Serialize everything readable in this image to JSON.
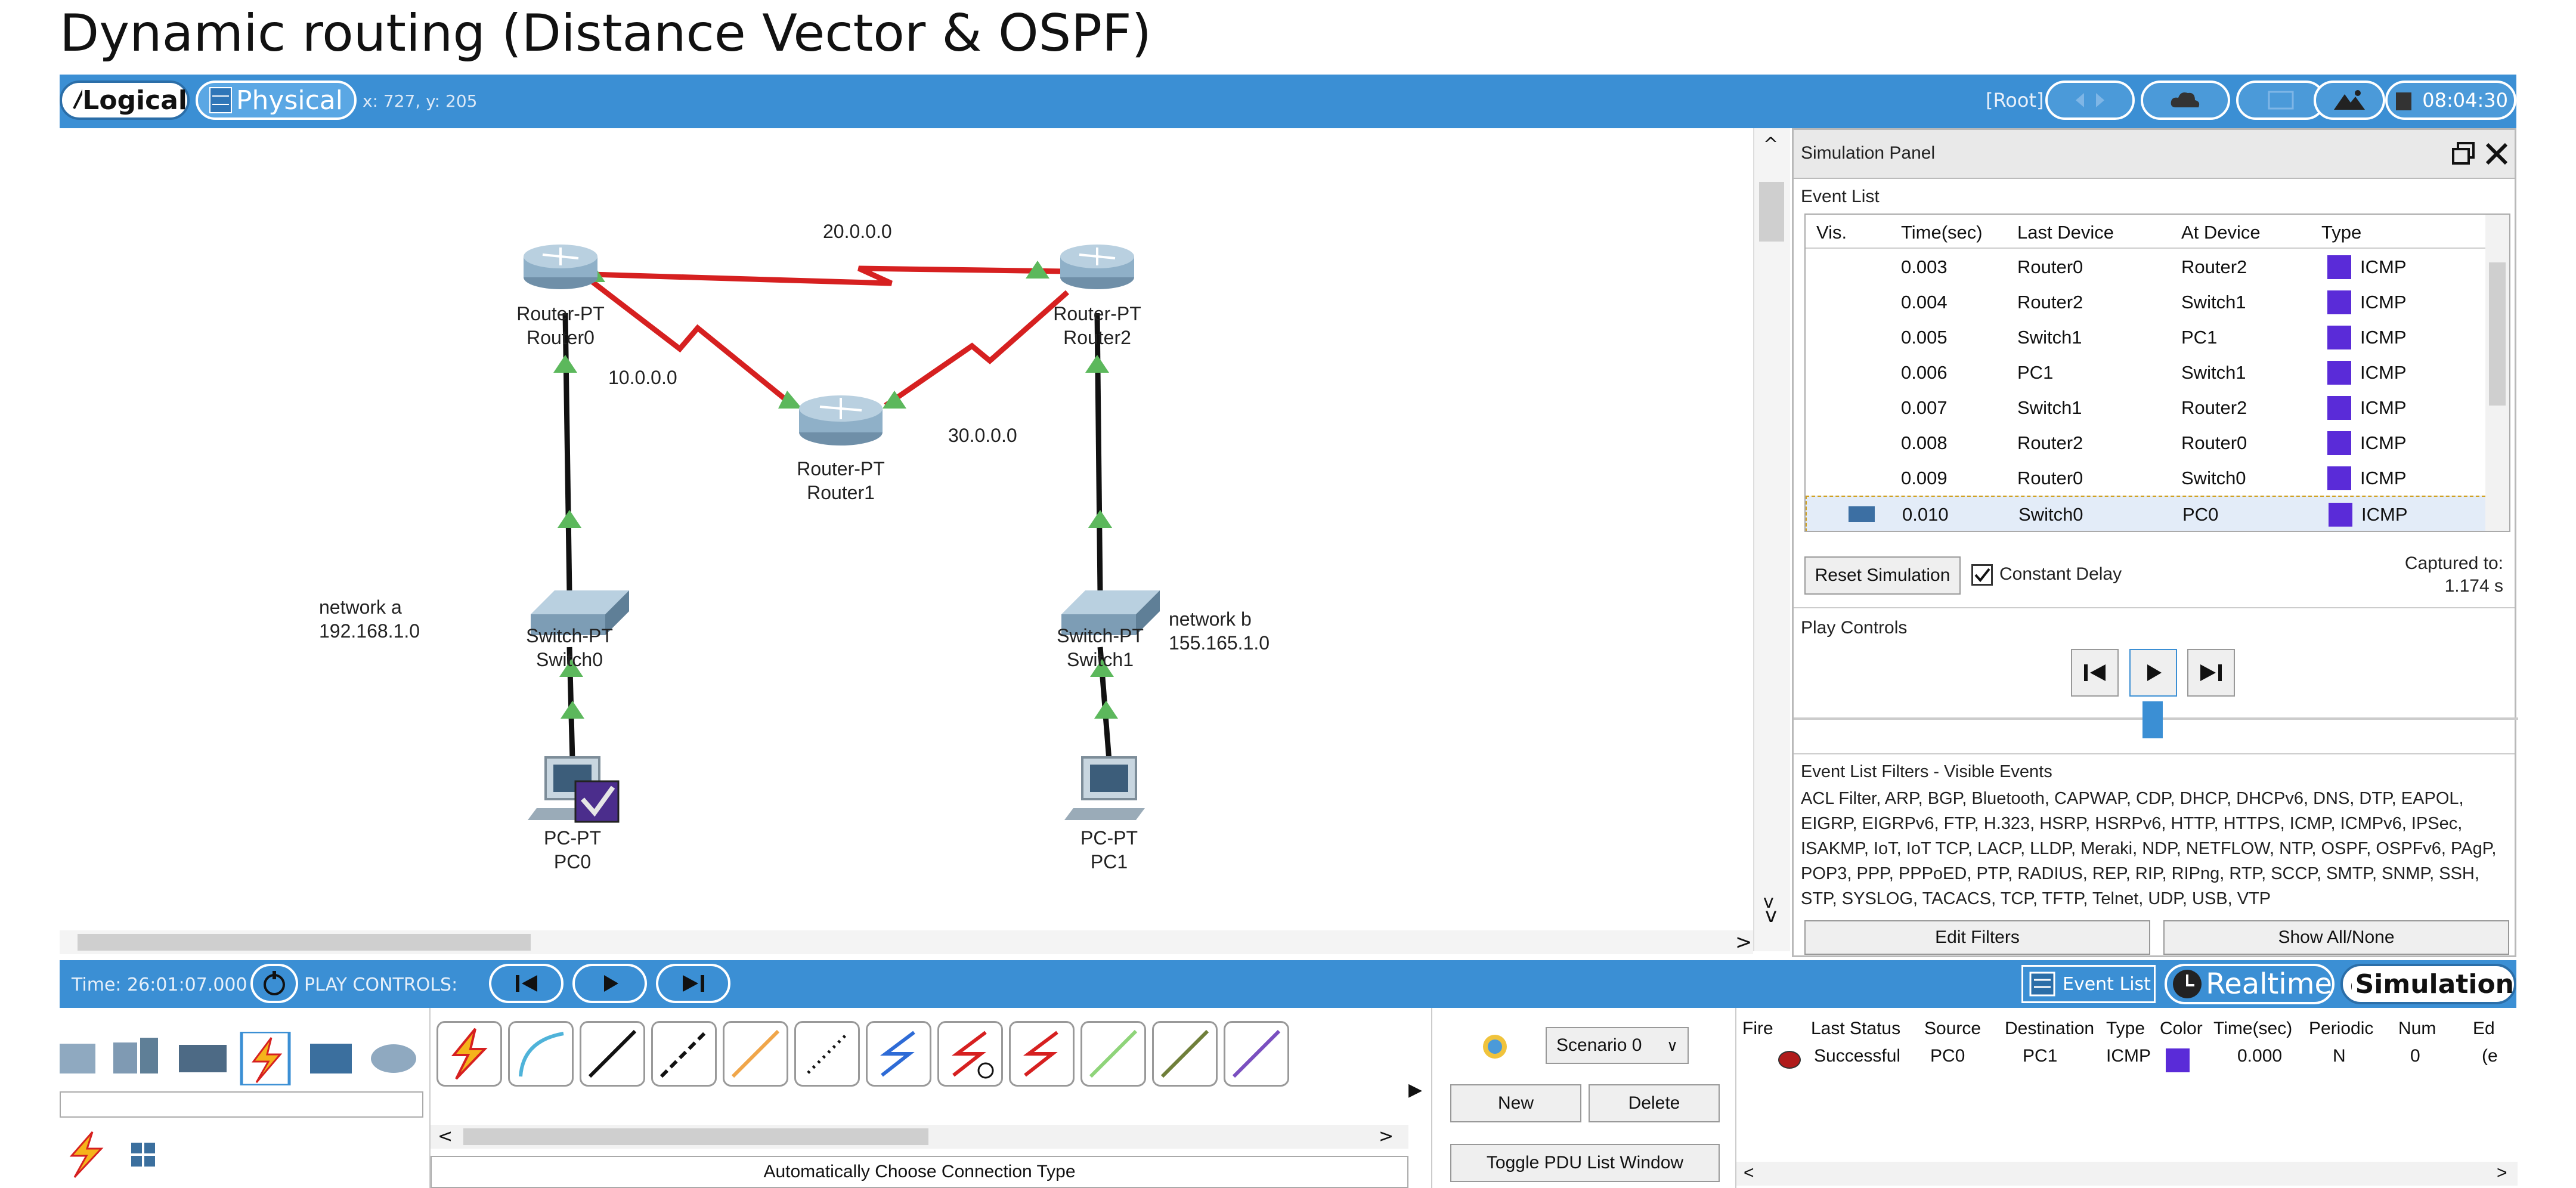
{
  "page_title": "Dynamic routing (Distance Vector & OSPF)",
  "top_bar": {
    "logical_label": "Logical",
    "physical_label": "Physical",
    "coordinates": "x: 727, y: 205",
    "root_label": "[Root]",
    "clock": "08:04:30"
  },
  "topology": {
    "routers": [
      {
        "type": "Router-PT",
        "name": "Router0"
      },
      {
        "type": "Router-PT",
        "name": "Router1"
      },
      {
        "type": "Router-PT",
        "name": "Router2"
      }
    ],
    "switches": [
      {
        "type": "Switch-PT",
        "name": "Switch0"
      },
      {
        "type": "Switch-PT",
        "name": "Switch1"
      }
    ],
    "pcs": [
      {
        "type": "PC-PT",
        "name": "PC0"
      },
      {
        "type": "PC-PT",
        "name": "PC1"
      }
    ],
    "links": {
      "r0_r2": "20.0.0.0",
      "r0_r1": "10.0.0.0",
      "r1_r2": "30.0.0.0"
    },
    "network_a": {
      "label": "network a",
      "address": "192.168.1.0"
    },
    "network_b": {
      "label": "network b",
      "address": "155.165.1.0"
    }
  },
  "sim_panel": {
    "title": "Simulation Panel",
    "event_list_title": "Event List",
    "columns": [
      "Vis.",
      "Time(sec)",
      "Last Device",
      "At Device",
      "Type"
    ],
    "events": [
      {
        "time": "0.003",
        "last": "Router0",
        "at": "Router2",
        "type": "ICMP"
      },
      {
        "time": "0.004",
        "last": "Router2",
        "at": "Switch1",
        "type": "ICMP"
      },
      {
        "time": "0.005",
        "last": "Switch1",
        "at": "PC1",
        "type": "ICMP"
      },
      {
        "time": "0.006",
        "last": "PC1",
        "at": "Switch1",
        "type": "ICMP"
      },
      {
        "time": "0.007",
        "last": "Switch1",
        "at": "Router2",
        "type": "ICMP"
      },
      {
        "time": "0.008",
        "last": "Router2",
        "at": "Router0",
        "type": "ICMP"
      },
      {
        "time": "0.009",
        "last": "Router0",
        "at": "Switch0",
        "type": "ICMP"
      },
      {
        "time": "0.010",
        "last": "Switch0",
        "at": "PC0",
        "type": "ICMP"
      }
    ],
    "reset_label": "Reset Simulation",
    "constant_delay_label": "Constant Delay",
    "captured_label": "Captured to:",
    "captured_value": "1.174 s",
    "play_controls_title": "Play Controls",
    "filters_title": "Event List Filters - Visible Events",
    "filters_text": "ACL Filter, ARP, BGP, Bluetooth, CAPWAP, CDP, DHCP, DHCPv6, DNS, DTP, EAPOL, EIGRP, EIGRPv6, FTP, H.323, HSRP, HSRPv6, HTTP, HTTPS, ICMP, ICMPv6, IPSec, ISAKMP, IoT, IoT TCP, LACP, LLDP, Meraki, NDP, NETFLOW, NTP, OSPF, OSPFv6, PAgP, POP3, PPP, PPPoED, PTP, RADIUS, REP, RIP, RIPng, RTP, SCCP, SMTP, SNMP, SSH, STP, SYSLOG, TACACS, TCP, TFTP, Telnet, UDP, USB, VTP",
    "edit_filters_label": "Edit Filters",
    "show_all_label": "Show All/None"
  },
  "bottom_bar": {
    "time": "Time: 26:01:07.000",
    "play_controls_label": "PLAY CONTROLS:",
    "event_list_label": "Event List",
    "realtime_label": "Realtime",
    "simulation_label": "Simulation"
  },
  "bottom": {
    "auto_connection_label": "Automatically Choose Connection Type",
    "scenario_label": "Scenario 0",
    "new_label": "New",
    "delete_label": "Delete",
    "toggle_pdu_label": "Toggle PDU List Window",
    "pdu_columns": [
      "Fire",
      "Last Status",
      "Source",
      "Destination",
      "Type",
      "Color",
      "Time(sec)",
      "Periodic",
      "Num",
      "Ed"
    ],
    "pdu_row": {
      "status": "Successful",
      "source": "PC0",
      "destination": "PC1",
      "type": "ICMP",
      "time": "0.000",
      "periodic": "N",
      "num": "0",
      "edit": "(e"
    }
  },
  "colors": {
    "toolbar_blue": "#3b8fd4",
    "serial_link_red": "#d62020",
    "icmp_purple": "#5a2bd8",
    "link_arrow_green": "#5cb85c"
  }
}
